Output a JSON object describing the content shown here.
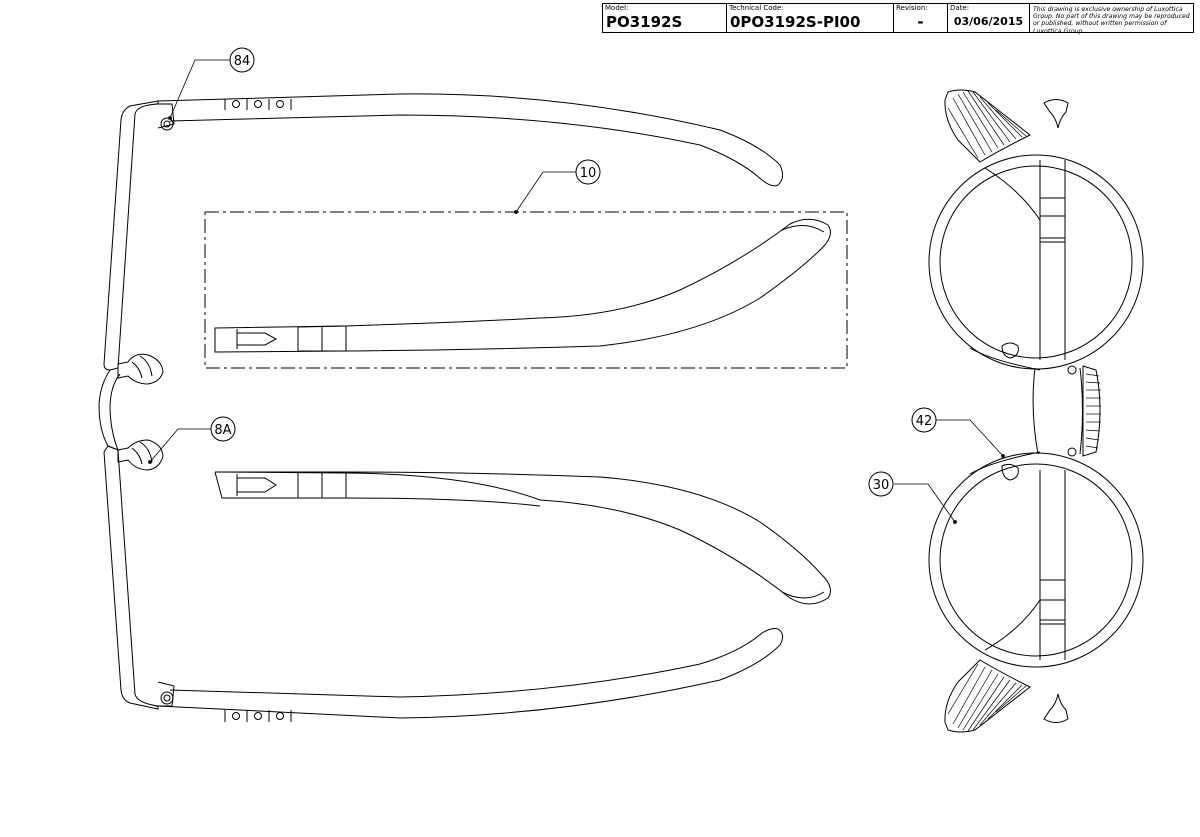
{
  "title_block": {
    "model_label": "Model:",
    "model_value": "PO3192S",
    "technical_code_label": "Technical Code:",
    "technical_code_value": "0PO3192S-PI00",
    "revision_label": "Revision:",
    "revision_value": "-",
    "date_label": "Date:",
    "date_value": "03/06/2015",
    "ownership_note": "This drawing is exclusive ownership of Luxottica Group. No part of this drawing may be reproduced or published, without written permission of Luxottica Group."
  },
  "callouts": {
    "c84": "84",
    "c10": "10",
    "c8a": "8A",
    "c42": "42",
    "c30": "30"
  }
}
